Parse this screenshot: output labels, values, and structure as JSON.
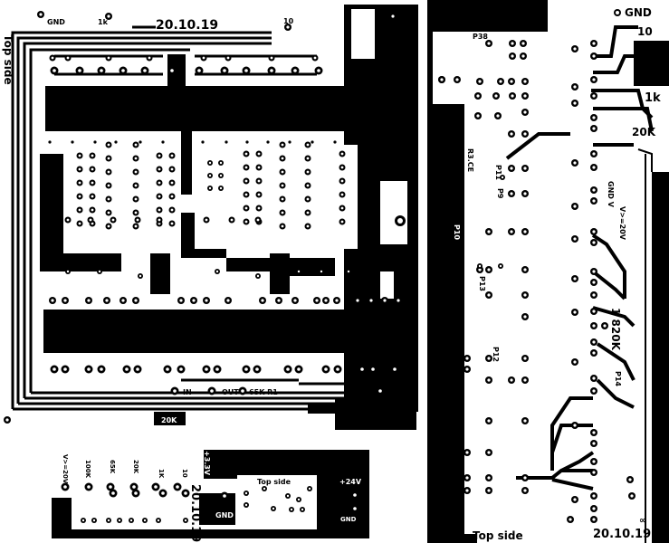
{
  "boards": {
    "left": {
      "side_label": "Top side",
      "date": "20.10.19",
      "labels": {
        "gnd": "GND",
        "one_k": "1k",
        "ten": "10",
        "in_minus": "IN-",
        "out": "OUT",
        "r1_65k": "65K R1",
        "hundred_k": "100K",
        "twenty_k": "20K"
      }
    },
    "right": {
      "side_label": "Top side",
      "date": "20.10.19",
      "labels": {
        "gnd": "GND",
        "ten": "10",
        "one_k": "1k",
        "twenty_k": "20K",
        "one_820k": "1 820K",
        "gnd_v": "GND V",
        "v_gt_20v": "V>=20V",
        "p38": "P38",
        "p11": "P11",
        "p10": "P10",
        "p13": "P13",
        "p12": "P12",
        "p9": "P9",
        "r3ce": "R3.CE",
        "p14": "P14"
      }
    },
    "bottom": {
      "side_label": "Top side",
      "date": "20.10.19",
      "labels": {
        "v_gt_20v": "V>=20V",
        "hundred_k": "100K",
        "six5k": "65K",
        "k_20k": "20K",
        "one_k": "1K",
        "ten": "10",
        "three_v": "+3.3V",
        "gnd": "GND",
        "gnd2": "GND",
        "plus24v": "+24V"
      }
    }
  },
  "colors": {
    "copper": "#000000",
    "substrate": "#ffffff"
  }
}
